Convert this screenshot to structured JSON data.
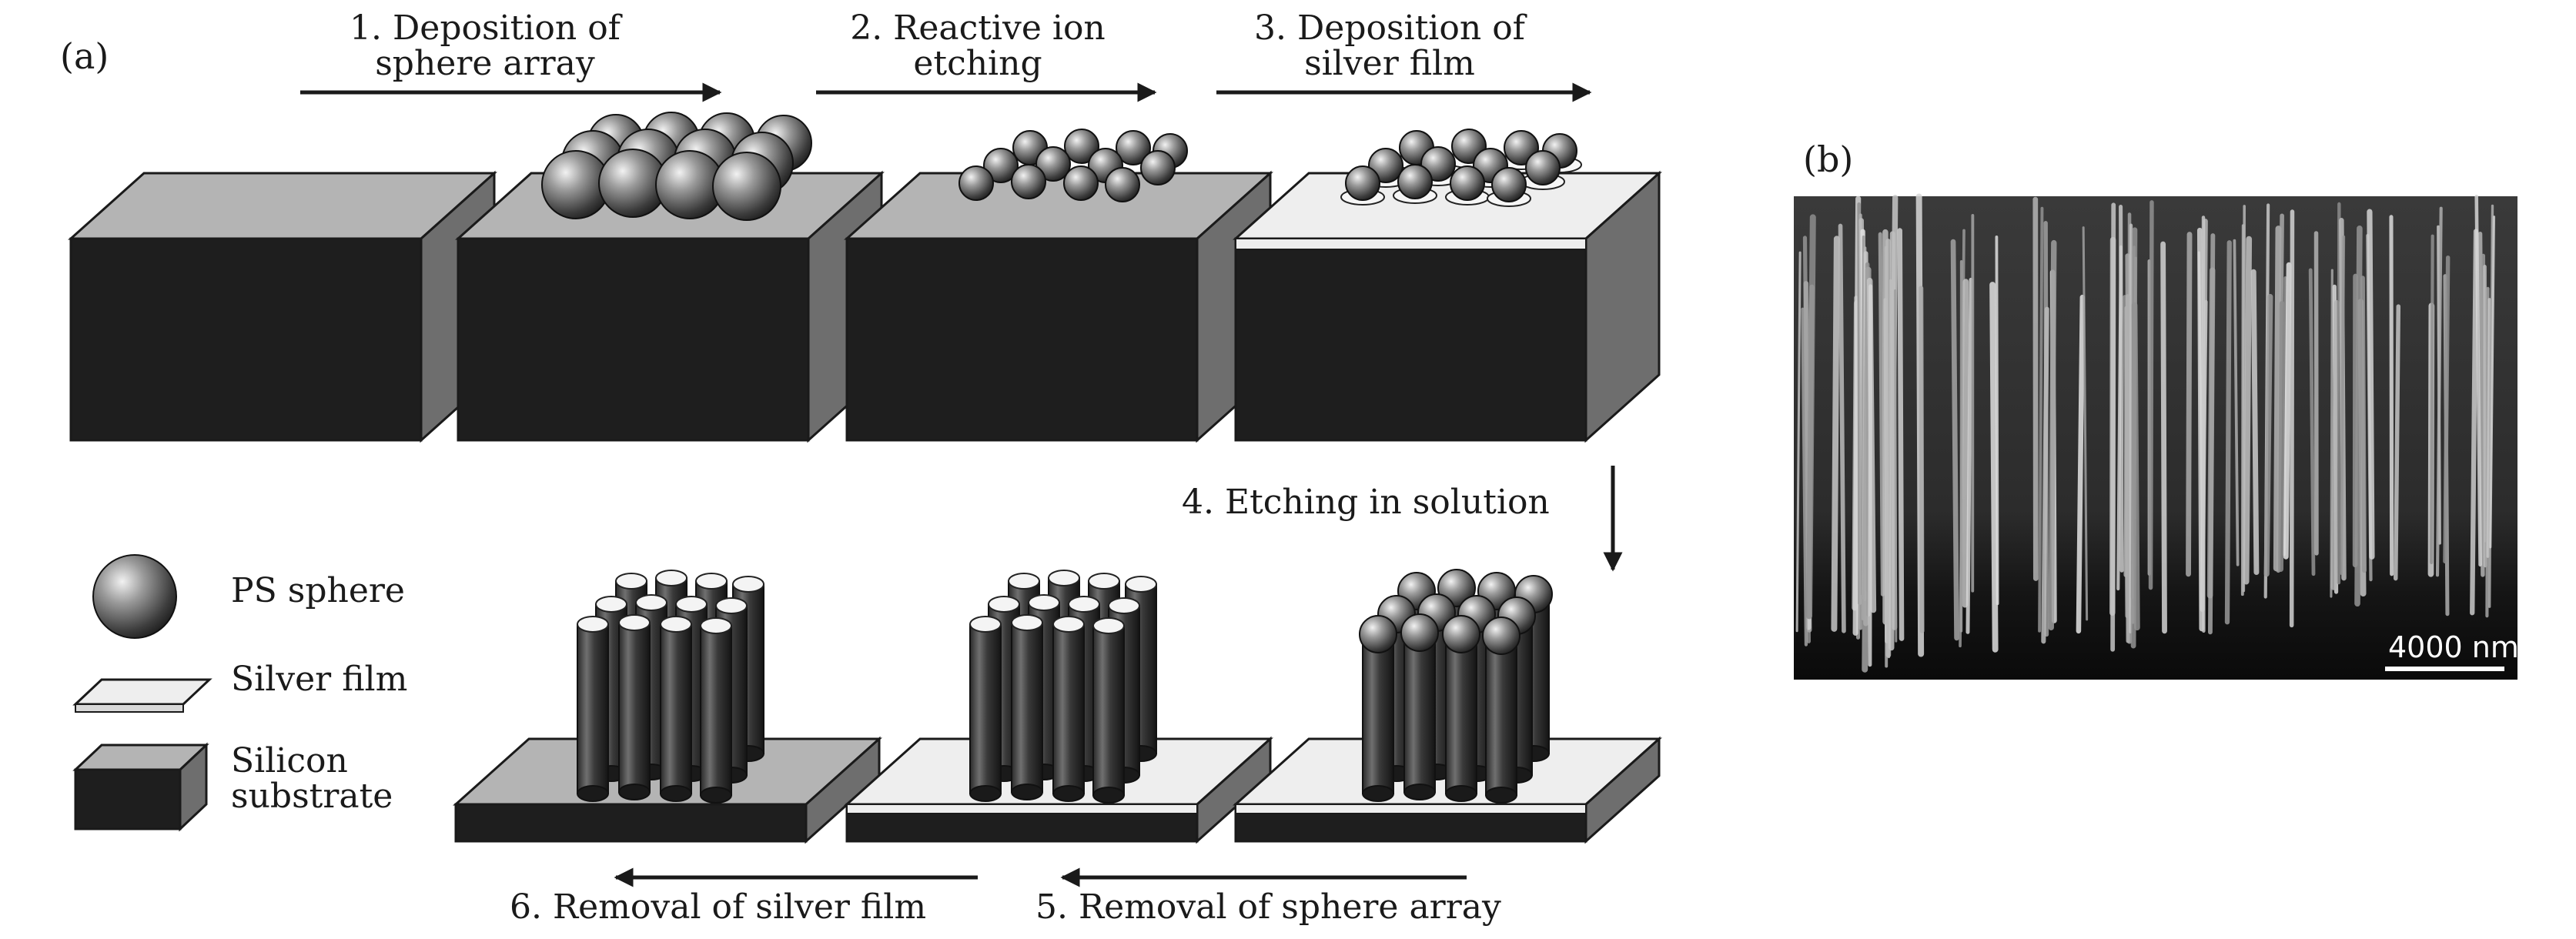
{
  "panels": {
    "a": "(a)",
    "b": "(b)"
  },
  "steps": {
    "s1_line1": "1. Deposition of",
    "s1_line2": "sphere array",
    "s2_line1": "2. Reactive ion",
    "s2_line2": "etching",
    "s3_line1": "3. Deposition of",
    "s3_line2": "silver film",
    "s4": "4. Etching in solution",
    "s5": "5. Removal of sphere array",
    "s6": "6. Removal of silver film"
  },
  "legend": {
    "ps_sphere": "PS sphere",
    "silver_film": "Silver film",
    "silicon_line1": "Silicon",
    "silicon_line2": "substrate"
  },
  "sem": {
    "scale_bar": "4000 nm"
  },
  "colors": {
    "silicon_front": "#1e1e1e",
    "silicon_side": "#6e6e6e",
    "silicon_top": "#b4b4b4",
    "silver_film": "#eeeeee",
    "sphere": "#6a6a6a"
  }
}
